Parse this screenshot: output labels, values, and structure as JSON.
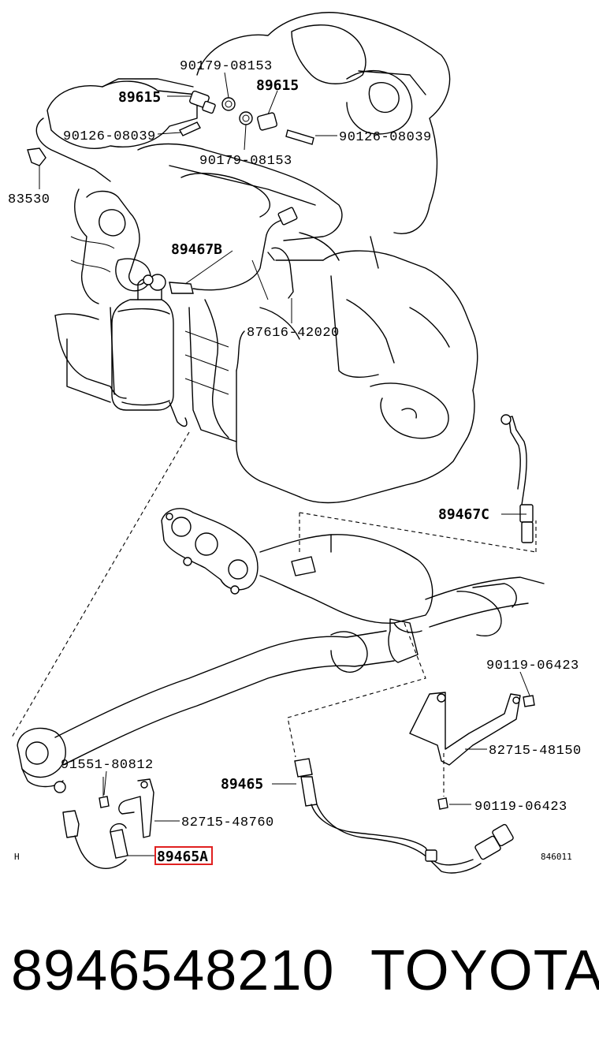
{
  "diagram": {
    "labels": {
      "p90179_top": "90179-08153",
      "p89615_left": "89615",
      "p89615_right": "89615",
      "p90126_left": "90126-08039",
      "p90126_right": "90126-08039",
      "p90179_bottom": "90179-08153",
      "p83530": "83530",
      "p89467B": "89467B",
      "p87616": "87616-42020",
      "p89467C": "89467C",
      "p90119_top": "90119-06423",
      "p82715_48150": "82715-48150",
      "p89465": "89465",
      "p90119_bottom": "90119-06423",
      "p91551": "91551-80812",
      "p82715_48760": "82715-48760",
      "p89465A": "89465A",
      "corner_left": "H",
      "corner_right": "846011"
    },
    "highlight_color": "#e02020"
  },
  "footer": {
    "part_number": "8946548210",
    "brand": "TOYOTA"
  }
}
